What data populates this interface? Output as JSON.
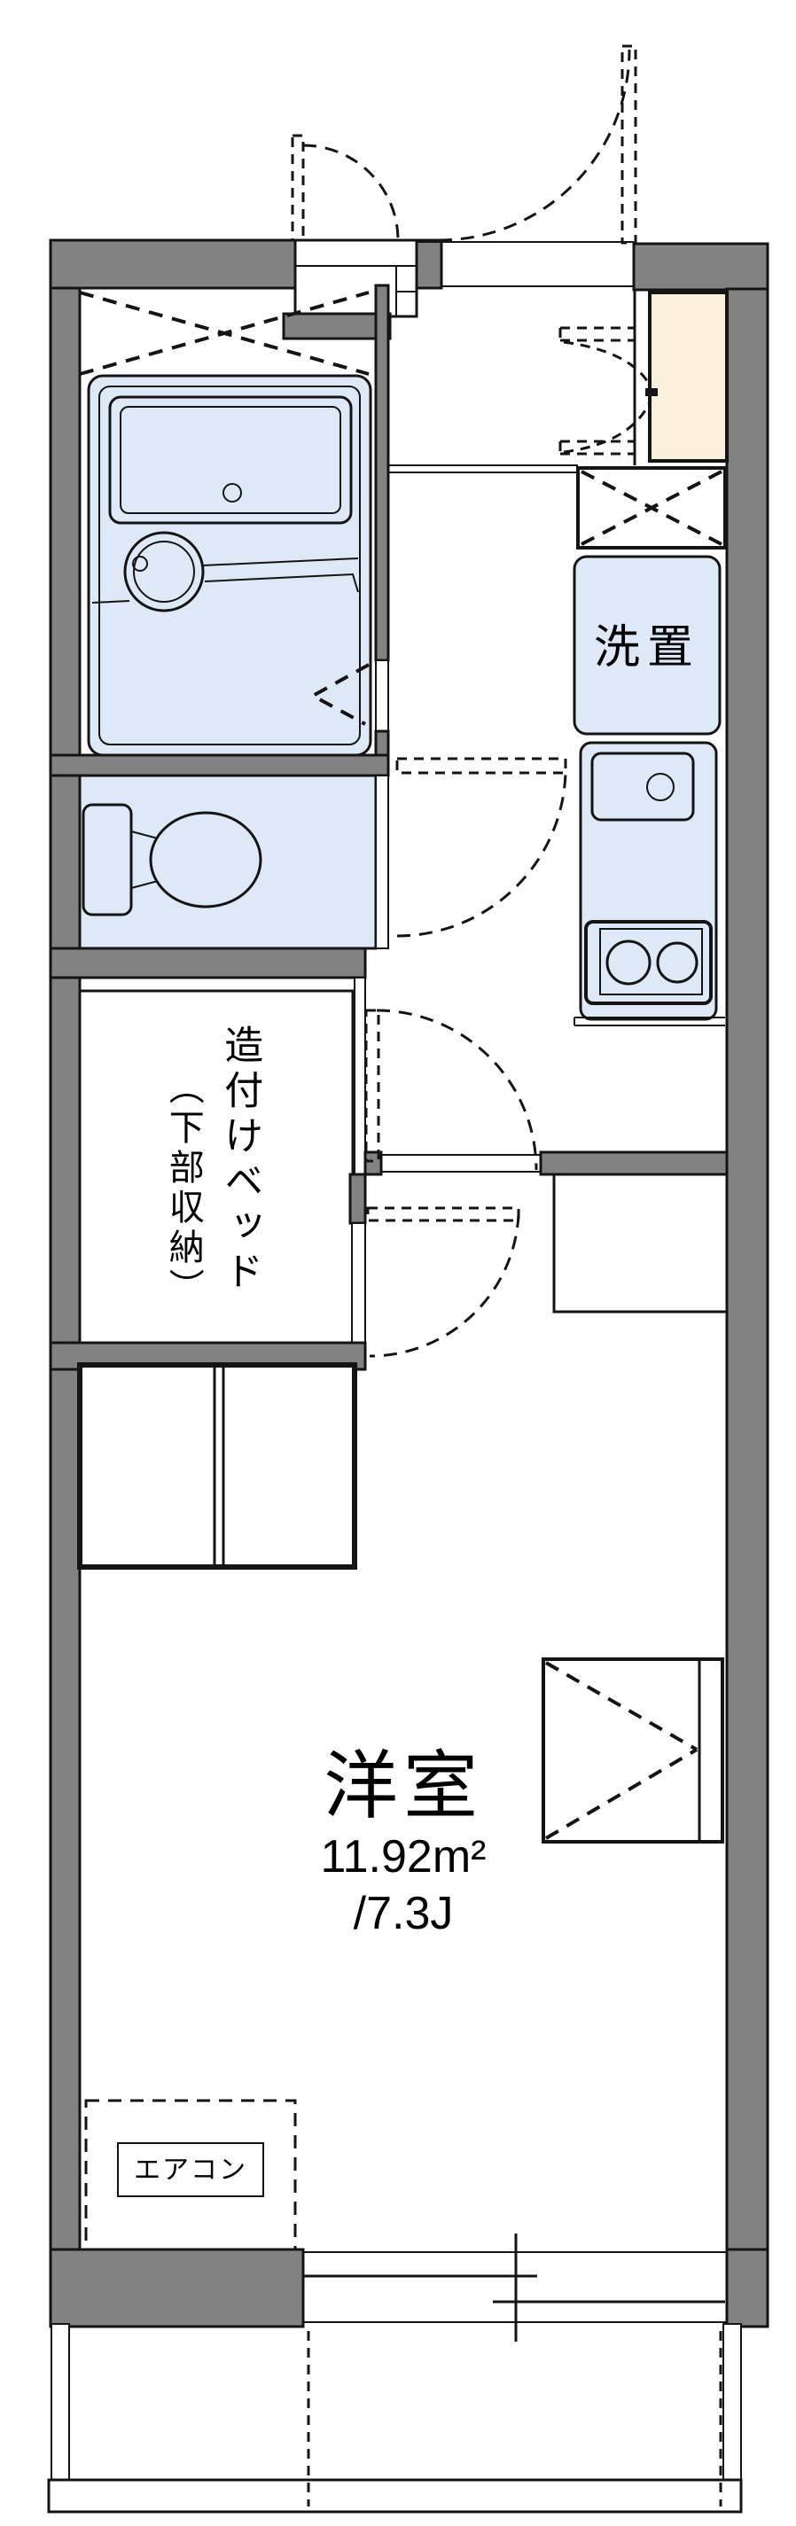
{
  "title": "apartment-floor-plan",
  "labels": {
    "washer_space": "洗置",
    "bed_line1": "造付けベッド",
    "bed_line2": "（下部収納）",
    "main_room_name": "洋室",
    "main_room_area_m2": "11.92m²",
    "main_room_area_jo": "/7.3J",
    "aircon": "エアコン"
  },
  "values": {
    "area_m2": 11.92,
    "area_tatami": 7.3
  },
  "colors": {
    "paper": "#ffffff",
    "wall": "#828282",
    "line": "#141414",
    "fixture": "#dee9f8",
    "cabinet": "#fbf0da"
  }
}
